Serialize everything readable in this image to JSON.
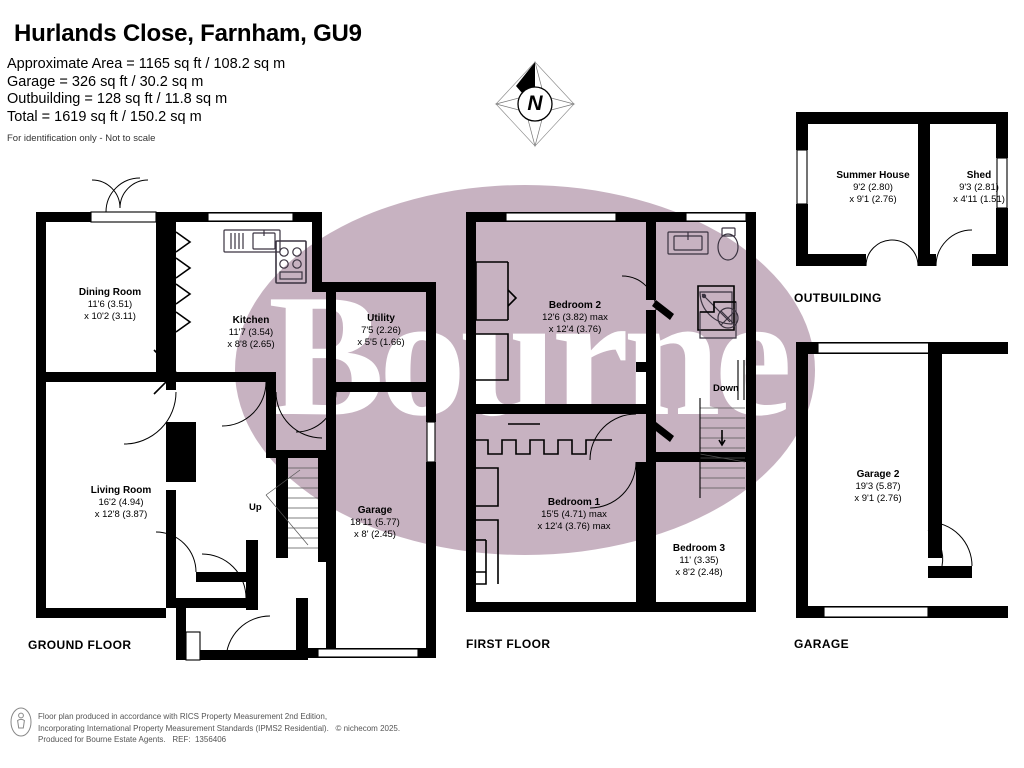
{
  "header": {
    "title": "Hurlands Close, Farnham, GU9",
    "areas": [
      "Approximate Area = 1165 sq ft / 108.2 sq m",
      "Garage = 326 sq ft / 30.2 sq m",
      "Outbuilding = 128 sq ft / 11.8 sq m",
      "Total = 1619 sq ft / 150.2 sq m"
    ],
    "notice": "For identification only - Not to scale"
  },
  "compass": {
    "label": "N",
    "name": "compass-rose"
  },
  "watermark": {
    "text": "Bourne",
    "ellipse_color": "#c7b2c1"
  },
  "captions": {
    "ground_floor": "GROUND FLOOR",
    "first_floor": "FIRST FLOOR",
    "garage": "GARAGE",
    "outbuilding": "OUTBUILDING"
  },
  "rooms": {
    "ground": [
      {
        "name": "Dining Room",
        "dim1": "11'6 (3.51)",
        "dim2": "x 10'2 (3.11)"
      },
      {
        "name": "Kitchen",
        "dim1": "11'7 (3.54)",
        "dim2": "x 8'8 (2.65)"
      },
      {
        "name": "Utility",
        "dim1": "7'5 (2.26)",
        "dim2": "x 5'5 (1.66)"
      },
      {
        "name": "Living Room",
        "dim1": "16'2 (4.94)",
        "dim2": "x 12'8 (3.87)"
      },
      {
        "name": "Garage",
        "dim1": "18'11 (5.77)",
        "dim2": "x 8' (2.45)"
      }
    ],
    "first": [
      {
        "name": "Bedroom 2",
        "dim1": "12'6 (3.82) max",
        "dim2": "x 12'4 (3.76)"
      },
      {
        "name": "Bedroom 1",
        "dim1": "15'5 (4.71) max",
        "dim2": "x 12'4 (3.76) max"
      },
      {
        "name": "Bedroom 3",
        "dim1": "11' (3.35)",
        "dim2": "x 8'2 (2.48)"
      }
    ],
    "outbuilding": [
      {
        "name": "Summer House",
        "dim1": "9'2 (2.80)",
        "dim2": "x 9'1 (2.76)"
      },
      {
        "name": "Shed",
        "dim1": "9'3 (2.81)",
        "dim2": "x 4'11 (1.51)"
      }
    ],
    "garage_block": [
      {
        "name": "Garage 2",
        "dim1": "19'3 (5.87)",
        "dim2": "x 9'1 (2.76)"
      }
    ]
  },
  "stairs": {
    "up_label": "Up",
    "down_label": "Down"
  },
  "footer": {
    "line1": "Floor plan produced in accordance with RICS Property Measurement 2nd Edition,",
    "line2": "Incorporating International Property Measurement Standards (IPMS2 Residential).",
    "copyright": "© nichecom 2025.",
    "line3": "Produced for Bourne Estate Agents.",
    "ref": "REF:  1356406"
  }
}
